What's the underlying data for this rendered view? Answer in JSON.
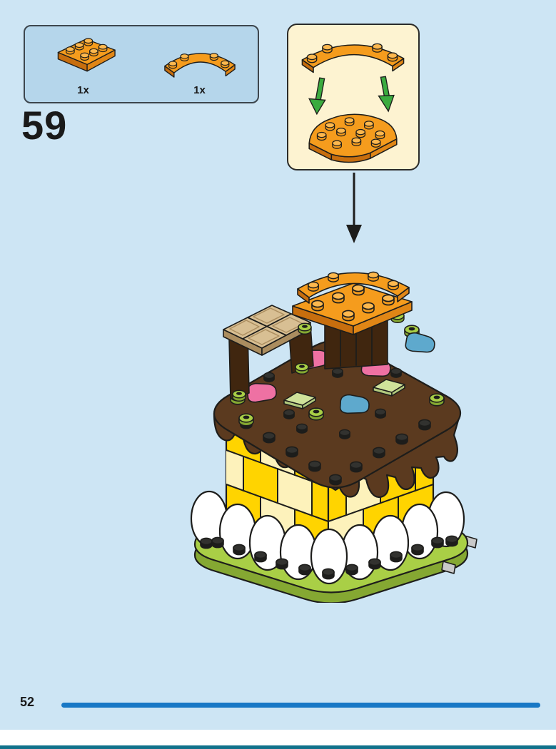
{
  "step": {
    "number": "59"
  },
  "footer": {
    "page_number": "52"
  },
  "parts_callout": {
    "items": [
      {
        "icon": "orange-plate-2x3-icon",
        "count_label": "1x"
      },
      {
        "icon": "orange-curved-plate-icon",
        "count_label": "1x"
      }
    ]
  },
  "colors": {
    "pageBg": "#cde5f4",
    "calloutBg": "#b5d6eb",
    "calloutBorder": "#3d464d",
    "insetBg": "#fdf3d1",
    "insetBorder": "#2b2b29",
    "outline": "#1d1d1b",
    "studTop": "#32322f",
    "text": "#1a1a1a",
    "footerBar": "#1878c5",
    "bottomEdge": "#11718b",
    "white": "#ffffff",
    "gray": "#c9c9c9",
    "orange": "#f59c1d",
    "orangeDark": "#c76e0e",
    "orangeSide": "#e08616",
    "orangeLight": "#fdb84e",
    "greenArrow": "#3bab3f",
    "lime": "#a9cf46",
    "limeDark": "#85a832",
    "yellow": "#ffd400",
    "yellowPale": "#fdf2bb",
    "brown": "#5b3a1f",
    "brownDark": "#40260f",
    "tan": "#d8bf93",
    "tanDark": "#ab8d5f",
    "pink": "#ee71a3",
    "azure": "#5ea9cd",
    "paleGreen": "#cfe29a",
    "paleGreenDark": "#b2c97d"
  }
}
